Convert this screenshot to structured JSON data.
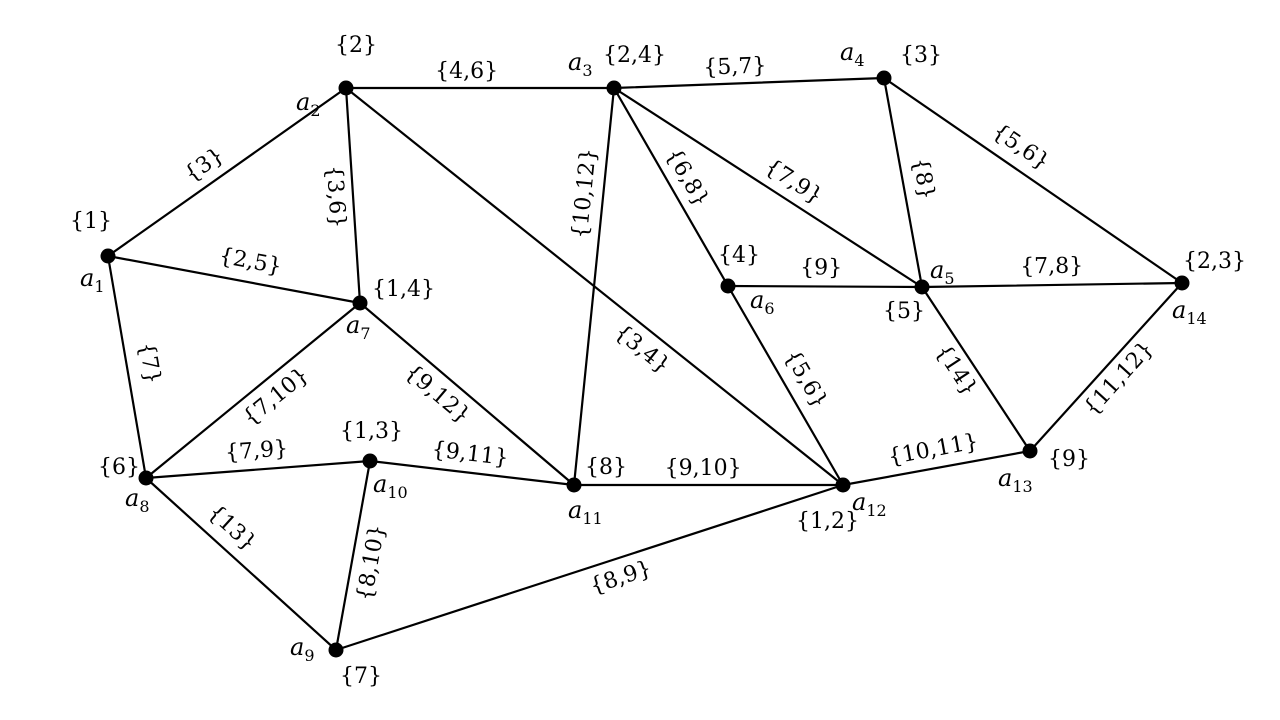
{
  "colors": {
    "ink": "#000000",
    "background": "#ffffff"
  },
  "nodes": [
    {
      "id": "a1",
      "name": "a",
      "sub": "1",
      "label": "{1}"
    },
    {
      "id": "a2",
      "name": "a",
      "sub": "2",
      "label": "{2}"
    },
    {
      "id": "a3",
      "name": "a",
      "sub": "3",
      "label": "{2,4}"
    },
    {
      "id": "a4",
      "name": "a",
      "sub": "4",
      "label": "{3}"
    },
    {
      "id": "a5",
      "name": "a",
      "sub": "5",
      "label": "{5}"
    },
    {
      "id": "a6",
      "name": "a",
      "sub": "6",
      "label": "{4}"
    },
    {
      "id": "a7",
      "name": "a",
      "sub": "7",
      "label": "{1,4}"
    },
    {
      "id": "a8",
      "name": "a",
      "sub": "8",
      "label": "{6}"
    },
    {
      "id": "a9",
      "name": "a",
      "sub": "9",
      "label": "{7}"
    },
    {
      "id": "a10",
      "name": "a",
      "sub": "10",
      "label": "{1,3}"
    },
    {
      "id": "a11",
      "name": "a",
      "sub": "11",
      "label": "{8}"
    },
    {
      "id": "a12",
      "name": "a",
      "sub": "12",
      "label": "{1,2}"
    },
    {
      "id": "a13",
      "name": "a",
      "sub": "13",
      "label": "{9}"
    },
    {
      "id": "a14",
      "name": "a",
      "sub": "14",
      "label": "{2,3}"
    }
  ],
  "edges": [
    {
      "from": "a1",
      "to": "a2",
      "label": "{3}"
    },
    {
      "from": "a1",
      "to": "a7",
      "label": "{2,5}"
    },
    {
      "from": "a1",
      "to": "a8",
      "label": "{7}"
    },
    {
      "from": "a2",
      "to": "a3",
      "label": "{4,6}"
    },
    {
      "from": "a2",
      "to": "a7",
      "label": "{3,6}"
    },
    {
      "from": "a2",
      "to": "a12",
      "label": "{3,4}"
    },
    {
      "from": "a3",
      "to": "a4",
      "label": "{5,7}"
    },
    {
      "from": "a3",
      "to": "a6",
      "label": "{6,8}"
    },
    {
      "from": "a3",
      "to": "a5",
      "label": "{7,9}"
    },
    {
      "from": "a3",
      "to": "a11",
      "label": "{10,12}"
    },
    {
      "from": "a4",
      "to": "a5",
      "label": "{8}"
    },
    {
      "from": "a4",
      "to": "a14",
      "label": "{5,6}"
    },
    {
      "from": "a6",
      "to": "a5",
      "label": "{9}"
    },
    {
      "from": "a5",
      "to": "a14",
      "label": "{7,8}"
    },
    {
      "from": "a5",
      "to": "a13",
      "label": "{14}"
    },
    {
      "from": "a6",
      "to": "a12",
      "label": "{5,6}"
    },
    {
      "from": "a7",
      "to": "a8",
      "label": "{7,10}"
    },
    {
      "from": "a7",
      "to": "a11",
      "label": "{9,12}"
    },
    {
      "from": "a8",
      "to": "a10",
      "label": "{7,9}"
    },
    {
      "from": "a8",
      "to": "a9",
      "label": "{13}"
    },
    {
      "from": "a10",
      "to": "a11",
      "label": "{9,11}"
    },
    {
      "from": "a10",
      "to": "a9",
      "label": "{8,10}"
    },
    {
      "from": "a11",
      "to": "a12",
      "label": "{9,10}"
    },
    {
      "from": "a9",
      "to": "a12",
      "label": "{8,9}"
    },
    {
      "from": "a12",
      "to": "a13",
      "label": "{10,11}"
    },
    {
      "from": "a13",
      "to": "a14",
      "label": "{11,12}"
    }
  ]
}
